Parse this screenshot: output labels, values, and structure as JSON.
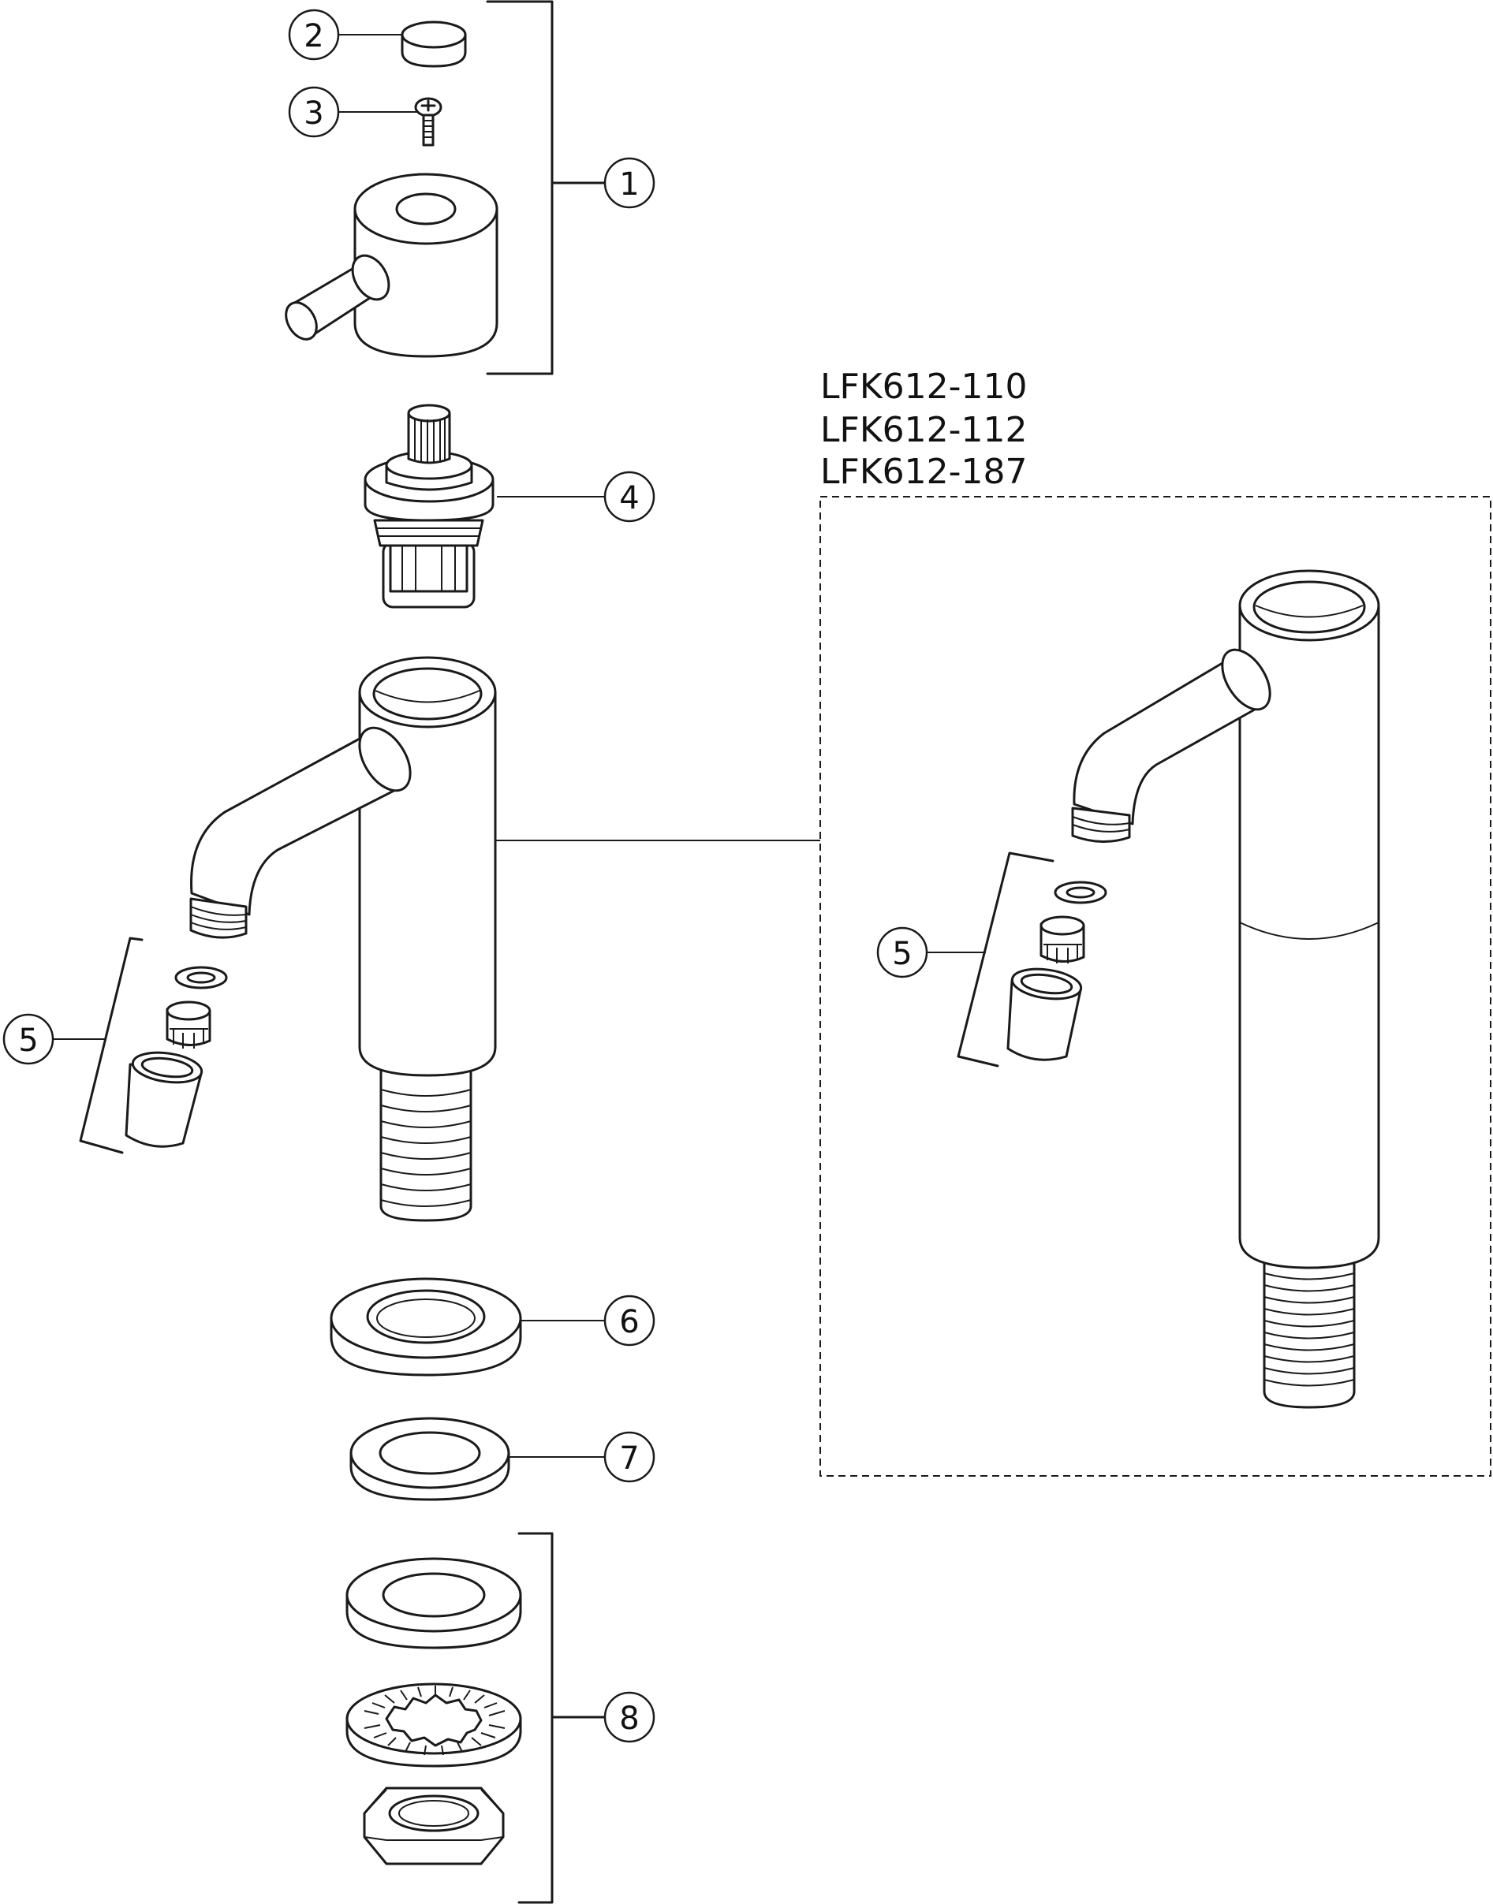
{
  "models": [
    "LFK612-110",
    "LFK612-112",
    "LFK612-187"
  ],
  "callouts": {
    "c1": "1",
    "c2": "2",
    "c3": "3",
    "c4": "4",
    "c5a": "5",
    "c5b": "5",
    "c6": "6",
    "c7": "7",
    "c8": "8"
  },
  "colors": {
    "line": "#1a1a1a",
    "background": "#ffffff"
  }
}
